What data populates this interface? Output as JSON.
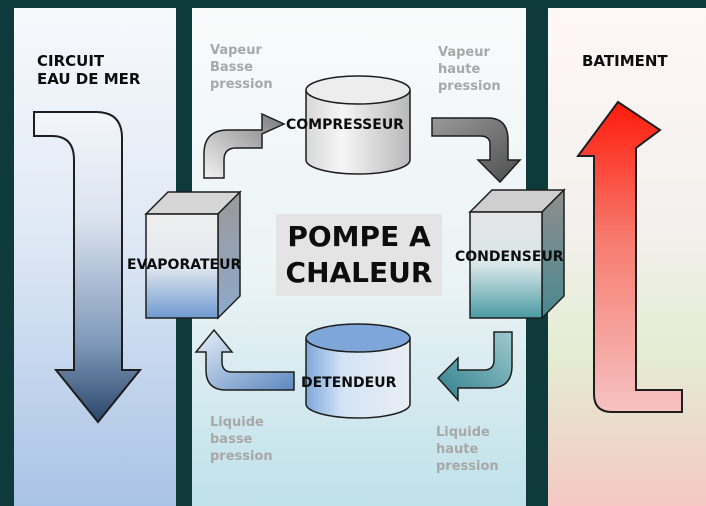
{
  "panels": {
    "left": {
      "title_line1": "CIRCUIT",
      "title_line2": "EAU DE MER"
    },
    "right": {
      "title": "BATIMENT"
    }
  },
  "centre_title": {
    "line1": "POMPE A",
    "line2": "CHALEUR"
  },
  "components": {
    "compressor": "COMPRESSEUR",
    "evaporator": "EVAPORATEUR",
    "condenser": "CONDENSEUR",
    "expansion_valve": "DETENDEUR"
  },
  "states": {
    "low_pressure_vapour": {
      "line1": "Vapeur",
      "line2": "Basse",
      "line3": "pression"
    },
    "high_pressure_vapour": {
      "line1": "Vapeur",
      "line2": "haute",
      "line3": "pression"
    },
    "low_pressure_liquid": {
      "line1": "Liquide",
      "line2": "basse",
      "line3": "pression"
    },
    "high_pressure_liquid": {
      "line1": "Liquide",
      "line2": "haute",
      "line3": "pression"
    }
  },
  "colors": {
    "background": "#0f3a3b",
    "seawater_flow": "#2f4a6e",
    "building_flow": "#ff2a1a",
    "refrigerant_hot": "#555555",
    "refrigerant_cold": "#6f98cc",
    "refrigerant_liquid_hot": "#3e8f99",
    "label_grey": "#a8a8a8"
  }
}
